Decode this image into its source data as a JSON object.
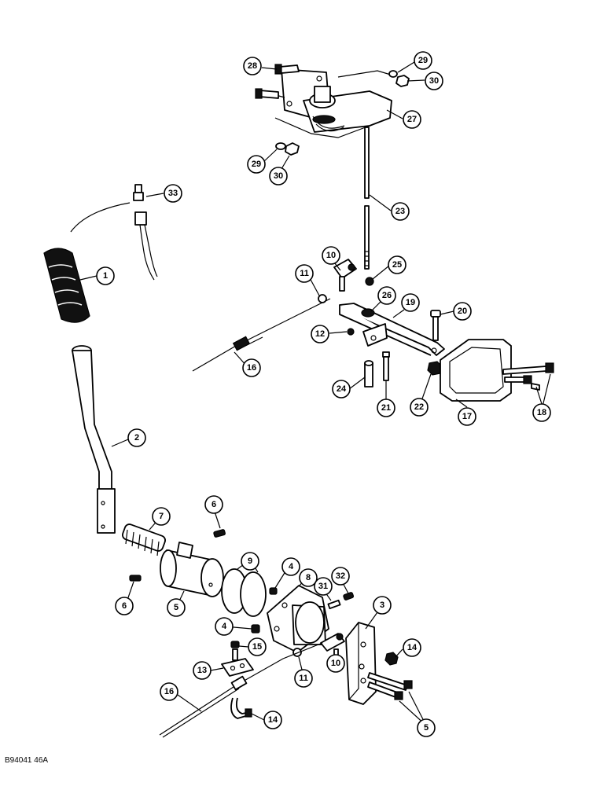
{
  "figure_id": "B94041 46A",
  "callouts": [
    {
      "id": "c28",
      "label": "28"
    },
    {
      "id": "c29a",
      "label": "29"
    },
    {
      "id": "c30a",
      "label": "30"
    },
    {
      "id": "c27",
      "label": "27"
    },
    {
      "id": "c29b",
      "label": "29"
    },
    {
      "id": "c30b",
      "label": "30"
    },
    {
      "id": "c33",
      "label": "33"
    },
    {
      "id": "c23",
      "label": "23"
    },
    {
      "id": "c1",
      "label": "1"
    },
    {
      "id": "c10a",
      "label": "10"
    },
    {
      "id": "c25",
      "label": "25"
    },
    {
      "id": "c11a",
      "label": "11"
    },
    {
      "id": "c26",
      "label": "26"
    },
    {
      "id": "c19",
      "label": "19"
    },
    {
      "id": "c20",
      "label": "20"
    },
    {
      "id": "c12",
      "label": "12"
    },
    {
      "id": "c16a",
      "label": "16"
    },
    {
      "id": "c24",
      "label": "24"
    },
    {
      "id": "c21",
      "label": "21"
    },
    {
      "id": "c22",
      "label": "22"
    },
    {
      "id": "c17",
      "label": "17"
    },
    {
      "id": "c18",
      "label": "18"
    },
    {
      "id": "c2",
      "label": "2"
    },
    {
      "id": "c6a",
      "label": "6"
    },
    {
      "id": "c7",
      "label": "7"
    },
    {
      "id": "c9",
      "label": "9"
    },
    {
      "id": "c4a",
      "label": "4"
    },
    {
      "id": "c8",
      "label": "8"
    },
    {
      "id": "c32",
      "label": "32"
    },
    {
      "id": "c31",
      "label": "31"
    },
    {
      "id": "c6b",
      "label": "6"
    },
    {
      "id": "c5a",
      "label": "5"
    },
    {
      "id": "c3",
      "label": "3"
    },
    {
      "id": "c4b",
      "label": "4"
    },
    {
      "id": "c15",
      "label": "15"
    },
    {
      "id": "c14a",
      "label": "14"
    },
    {
      "id": "c13",
      "label": "13"
    },
    {
      "id": "c11b",
      "label": "11"
    },
    {
      "id": "c10b",
      "label": "10"
    },
    {
      "id": "c16b",
      "label": "16"
    },
    {
      "id": "c14b",
      "label": "14"
    },
    {
      "id": "c5b",
      "label": "5"
    }
  ]
}
